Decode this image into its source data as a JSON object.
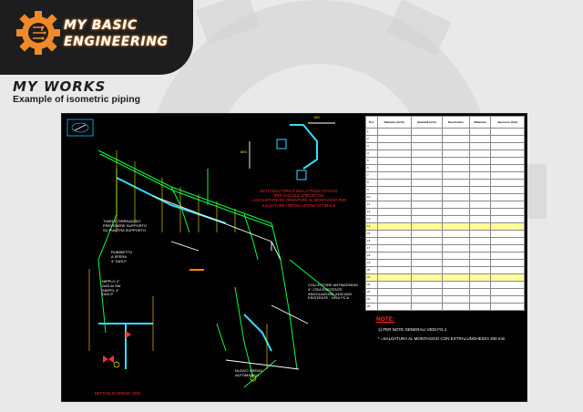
{
  "brand": {
    "line1": "MY BASIC",
    "line2": "ENGINEERING",
    "accent": "#f08a28"
  },
  "section": {
    "title": "MY WORKS",
    "subtitle": "Example of isometric piping"
  },
  "drawing": {
    "note_title": "NOTE:",
    "notes": [
      "1) PER NOTE GENERALI VEDI FG.1",
      "* =SALDATURA AL MONTAGGIO CON EXTRALUNGHEZZA 200 mm"
    ],
    "red_callout": [
      "DETTAGLIO TIPICO DELLA PEZZA STACCO",
      "PER VALVOLE SPECIFICHE",
      "=AGGIUSTARE ED ORIENTARE AL MONTAGGIO PER",
      "SALDATURE / REGOLAZIONE OTTIMALE"
    ],
    "left_labels": [
      "TUBO 4\" DRENAGGIO",
      "PREVEDERE SUPPORTO",
      "SU PIASTRA SUPPORTO"
    ],
    "bleed_label": [
      "RUBINETTO",
      "A SFERA",
      "4\" DAS-F"
    ],
    "nipple_label": [
      "NIPPLO 4\"",
      "DAS-M SW",
      "SWPPL 4\"",
      "DAS-P"
    ],
    "collector_label": [
      "COLLETTORE ANTINCENDIO",
      "4\"-17EA ESISTENTE",
      "ANGOLAZIONE 2400 ADD",
      "ESISTENTE - VEDI FC.6"
    ],
    "new_drain_label": [
      "NUOVO DRENO",
      "AUTOMATICO"
    ],
    "bottom_red_label": [
      "DETTAGLIO DRENO VEDI",
      "ESISTENTE"
    ],
    "dims": [
      "150",
      "600",
      "4\""
    ],
    "bom_headers": [
      "Pos",
      "Diametro (inch)",
      "Quantità (n/m)",
      "Descrizione",
      "Materiale",
      "Spessore (mm)"
    ],
    "bom_rows": [
      [
        "1",
        "",
        "",
        "",
        "",
        ""
      ],
      [
        "2",
        "",
        "",
        "",
        "",
        ""
      ],
      [
        "3",
        "",
        "",
        "",
        "",
        ""
      ],
      [
        "4",
        "",
        "",
        "",
        "",
        ""
      ],
      [
        "5",
        "",
        "",
        "",
        "",
        ""
      ],
      [
        "6",
        "",
        "",
        "",
        "",
        ""
      ],
      [
        "7",
        "",
        "",
        "",
        "",
        ""
      ],
      [
        "8",
        "",
        "",
        "",
        "",
        ""
      ],
      [
        "9",
        "",
        "",
        "",
        "",
        ""
      ],
      [
        "10",
        "",
        "",
        "",
        "",
        ""
      ],
      [
        "11",
        "",
        "",
        "",
        "",
        ""
      ],
      [
        "12",
        "",
        "",
        "",
        "",
        ""
      ],
      [
        "13",
        "",
        "",
        "",
        "",
        ""
      ],
      [
        "14",
        "",
        "",
        "",
        "",
        ""
      ],
      [
        "15",
        "",
        "",
        "",
        "",
        ""
      ],
      [
        "16",
        "",
        "",
        "",
        "",
        ""
      ],
      [
        "17",
        "",
        "",
        "",
        "",
        ""
      ],
      [
        "18",
        "",
        "",
        "",
        "",
        ""
      ],
      [
        "19",
        "",
        "",
        "",
        "",
        ""
      ],
      [
        "20",
        "",
        "",
        "",
        "",
        ""
      ],
      [
        "21",
        "",
        "",
        "",
        "",
        ""
      ],
      [
        "22",
        "",
        "",
        "",
        "",
        ""
      ],
      [
        "23",
        "",
        "",
        "",
        "",
        ""
      ],
      [
        "24",
        "",
        "",
        "",
        "",
        ""
      ],
      [
        "25",
        "",
        "",
        "",
        "",
        ""
      ]
    ]
  }
}
